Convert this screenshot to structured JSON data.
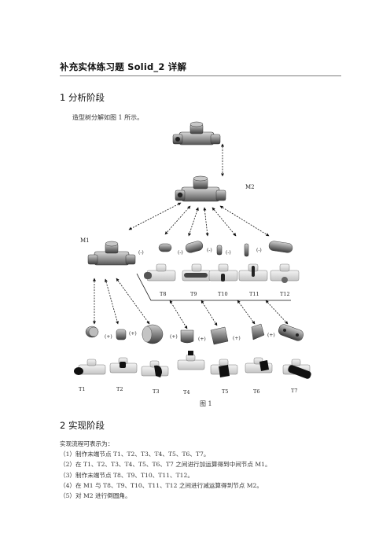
{
  "doc": {
    "title": "补充实体练习题 Solid_2 详解",
    "section1": "1 分析阶段",
    "intro": "造型树分解如图 1 所示。",
    "caption": "图 1",
    "section2": "2 实现阶段",
    "list_intro": "实现流程可表示为：",
    "steps": [
      "（1）制作末端节点 T1、T2、T3、T4、T5、T6、T7。",
      "（2）在 T1、T2、T3、T4、T5、T6、T7 之间进行加运算得到中间节点 M1。",
      "（3）制作末端节点 T8、T9、T10、T11、T12。",
      "（4）在 M1 与 T8、T9、T10、T11、T12 之间进行减运算得到节点 M2。",
      "（5）对 M2 进行倒圆角。"
    ]
  },
  "figure": {
    "node_m2": "M2",
    "node_m1": "M1",
    "minus": "(-)",
    "plus": "(+)",
    "sub_nodes": [
      "T8",
      "T9",
      "T10",
      "T11",
      "T12"
    ],
    "add_nodes": [
      "T1",
      "T2",
      "T3",
      "T4",
      "T5",
      "T6",
      "T7"
    ]
  }
}
